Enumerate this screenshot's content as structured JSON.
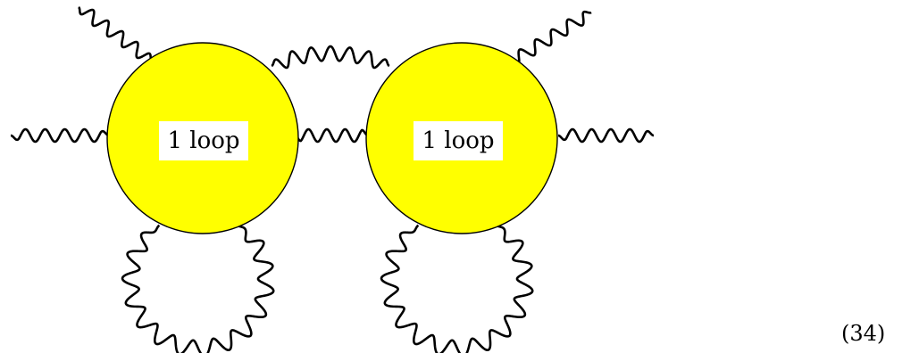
{
  "blob_fill": "#ffff00",
  "line_color": "#000000",
  "label_box_fill": "#ffffff",
  "left_blob": {
    "label": "1 loop"
  },
  "right_blob": {
    "label": "1 loop"
  },
  "equation_number": "(34)"
}
